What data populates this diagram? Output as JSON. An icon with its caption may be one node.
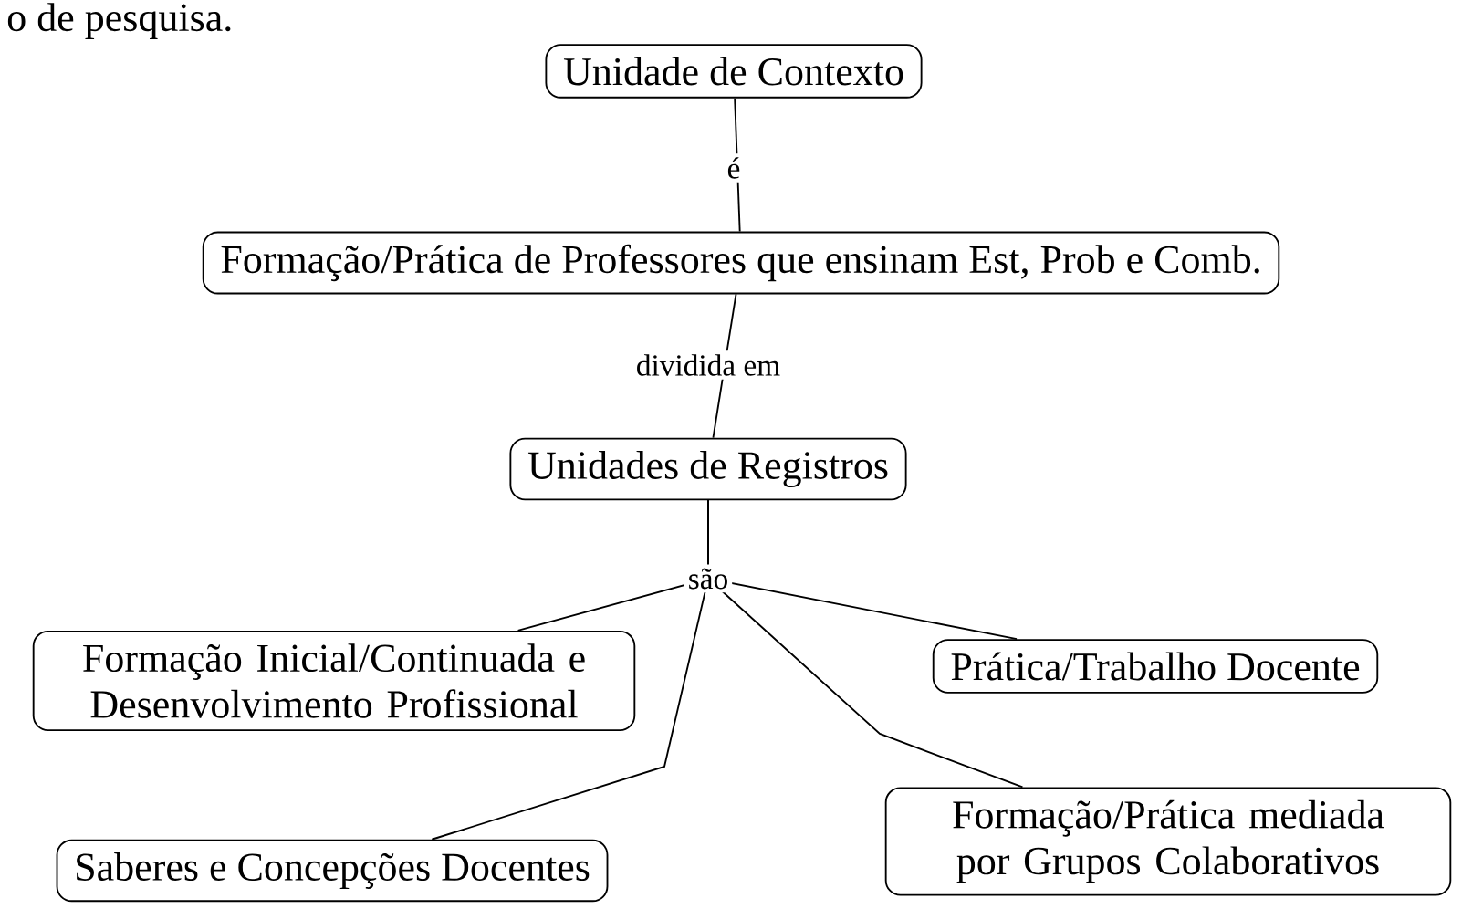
{
  "diagram": {
    "nodes": [
      {
        "text": [
          "Unidade de Contexto"
        ]
      },
      {
        "text": [
          "Formação/Prática de Professores que ensinam Est, Prob e Comb."
        ]
      },
      {
        "text": [
          "Unidades de Registros"
        ]
      },
      {
        "text": [
          "Formação Inicial/Continuada e Desenvolvimento Profissional"
        ]
      },
      {
        "text": [
          "Prática/Trabalho Docente"
        ]
      },
      {
        "text": [
          "Formação/Prática mediada por Grupos Colaborativos"
        ]
      },
      {
        "text": [
          "Saberes e Concepções Docentes"
        ]
      }
    ],
    "edges": [
      {
        "from": 0,
        "to": 1,
        "arrow": "none",
        "label": "é"
      },
      {
        "from": 1,
        "to": 2,
        "arrow": "none",
        "label": "dividida em"
      },
      {
        "from": 2,
        "to": 3,
        "arrow": "none",
        "label": "são"
      },
      {
        "from": 2,
        "to": 4,
        "arrow": "none"
      },
      {
        "from": 2,
        "to": 5,
        "arrow": "none"
      },
      {
        "from": 2,
        "to": 6,
        "arrow": "none"
      }
    ],
    "labels": [
      "o de pesquisa."
    ]
  }
}
